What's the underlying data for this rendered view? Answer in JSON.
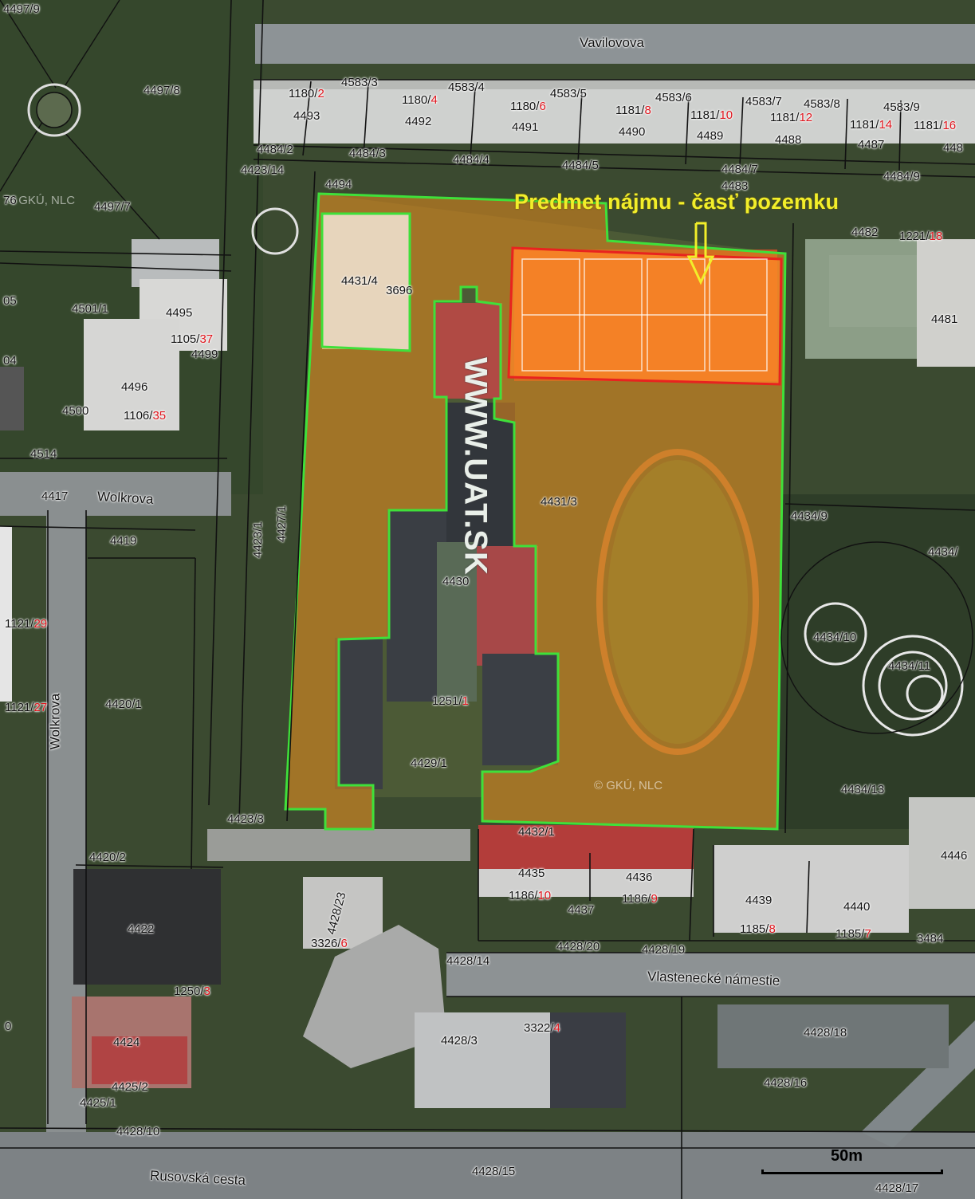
{
  "callout": "Predmet nájmu - časť pozemku",
  "website_text": "WWW.UAT.SK",
  "watermarks": [
    "© GKÚ, NLC",
    "© GKÚ, NLC"
  ],
  "scale": {
    "label": "50m",
    "meters": 50
  },
  "streets": {
    "vavilovova": "Vavilovova",
    "wolkrova_h": "Wolkrova",
    "wolkrova_v": "Wolkrova",
    "vlastenecke": "Vlastenecké námestie",
    "rusovska": "Rusovská cesta"
  },
  "parcels": {
    "p4497_9": "4497/9",
    "p4497_8": "4497/8",
    "p4497_7": "4497/7",
    "p76": "76",
    "p05": "05",
    "p04": "04",
    "p4583_3": "4583/3",
    "p4583_4": "4583/4",
    "p4583_5": "4583/5",
    "p4583_6": "4583/6",
    "p4583_7": "4583/7",
    "p4583_8": "4583/8",
    "p4583_9": "4583/9",
    "p1180_2": {
      "a": "1180/",
      "b": "2"
    },
    "p1180_4": {
      "a": "1180/",
      "b": "4"
    },
    "p1180_6": {
      "a": "1180/",
      "b": "6"
    },
    "p1181_8": {
      "a": "1181/",
      "b": "8"
    },
    "p1181_10": {
      "a": "1181/",
      "b": "10"
    },
    "p1181_12": {
      "a": "1181/",
      "b": "12"
    },
    "p1181_14": {
      "a": "1181/",
      "b": "14"
    },
    "p1181_16": {
      "a": "1181/",
      "b": "16"
    },
    "p4493": "4493",
    "p4492": "4492",
    "p4491": "4491",
    "p4490": "4490",
    "p4489": "4489",
    "p4488": "4488",
    "p4487": "4487",
    "p448x": "448",
    "p4484_2": "4484/2",
    "p4484_3": "4484/3",
    "p4484_4": "4484/4",
    "p4484_5": "4484/5",
    "p4484_7": "4484/7",
    "p4484_9": "4484/9",
    "p4423_14": "4423/14",
    "p4494": "4494",
    "p4483": "4483",
    "p4482": "4482",
    "p1221_18": {
      "a": "1221/",
      "b": "18"
    },
    "p4481": "4481",
    "p4431_4": "4431/4",
    "p3696": "3696",
    "p4501_1": "4501/1",
    "p4495": "4495",
    "p1105_37": {
      "a": "1105/",
      "b": "37"
    },
    "p4499": "4499",
    "p4496": "4496",
    "p4500": "4500",
    "p1106_35": {
      "a": "1106/",
      "b": "35"
    },
    "p4514": "4514",
    "p4417": "4417",
    "p4419": "4419",
    "p4431_3": "4431/3",
    "p4434_9": "4434/9",
    "p4434_x": "4434/",
    "p4430": "4430",
    "p4423_1": "4423/1",
    "p4427_1": "4427/1",
    "p1121_29": {
      "a": "1121/",
      "b": "29"
    },
    "p4434_10": "4434/10",
    "p4434_11": "4434/11",
    "p1121_27": {
      "a": "1121/",
      "b": "27"
    },
    "p4420_1": "4420/1",
    "p1251_1": {
      "a": "1251/",
      "b": "1"
    },
    "p4429_1": "4429/1",
    "p4434_13": "4434/13",
    "p4423_3": "4423/3",
    "p4432_1": "4432/1",
    "p4420_2": "4420/2",
    "p4435": "4435",
    "p4436": "4436",
    "p4446": "4446",
    "p1186_10": {
      "a": "1186/",
      "b": "10"
    },
    "p1186_9": {
      "a": "1186/",
      "b": "9"
    },
    "p4437": "4437",
    "p4439": "4439",
    "p4440": "4440",
    "p4428_23": "4428/23",
    "p4422": "4422",
    "p1185_8": {
      "a": "1185/",
      "b": "8"
    },
    "p1185_7": {
      "a": "1185/",
      "b": "7"
    },
    "p3484": "3484",
    "p3326_6": {
      "a": "3326/",
      "b": "6"
    },
    "p4428_14": "4428/14",
    "p4428_20": "4428/20",
    "p4428_19": "4428/19",
    "p1250_3": {
      "a": "1250/",
      "b": "3"
    },
    "p3322_4": {
      "a": "3322/",
      "b": "4"
    },
    "p4428_18": "4428/18",
    "p4424": "4424",
    "p4428_3": "4428/3",
    "p0": "0",
    "p4425_2": "4425/2",
    "p4428_16": "4428/16",
    "p4425_1": "4425/1",
    "p4428_10": "4428/10",
    "p4428_15": "4428/15",
    "p4428_17": "4428/17"
  },
  "colors": {
    "site_boundary": "#3fe03a",
    "lease_boundary": "#e8231f",
    "site_fill": "#d1871e",
    "lease_fill": "#ff8a2a",
    "callout_text": "#f2ee2a",
    "parcel_red_number": "#e0141c"
  }
}
